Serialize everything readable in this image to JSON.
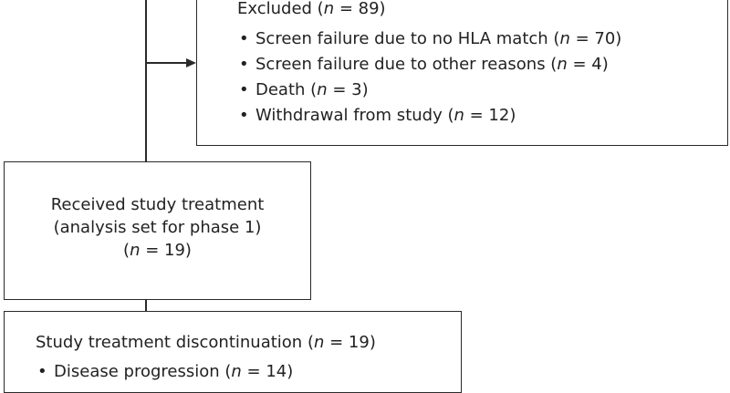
{
  "excluded": {
    "heading_pre": "Excluded (",
    "heading_n": "n",
    "heading_post": " = 89)",
    "items": [
      {
        "pre": "Screen failure due to no HLA match (",
        "n": "n",
        "post": " = 70)"
      },
      {
        "pre": "Screen failure due to other reasons (",
        "n": "n",
        "post": " = 4)"
      },
      {
        "pre": "Death (",
        "n": "n",
        "post": " = 3)"
      },
      {
        "pre": "Withdrawal from study (",
        "n": "n",
        "post": " = 12)"
      }
    ]
  },
  "received": {
    "line1": "Received study treatment",
    "line2": "(analysis set for phase 1)",
    "line3_pre": "(",
    "line3_n": "n",
    "line3_post": " = 19)"
  },
  "discontinuation": {
    "heading_pre": "Study treatment discontinuation (",
    "heading_n": "n",
    "heading_post": " = 19)",
    "items": [
      {
        "pre": "Disease progression (",
        "n": "n",
        "post": " = 14)"
      }
    ]
  }
}
